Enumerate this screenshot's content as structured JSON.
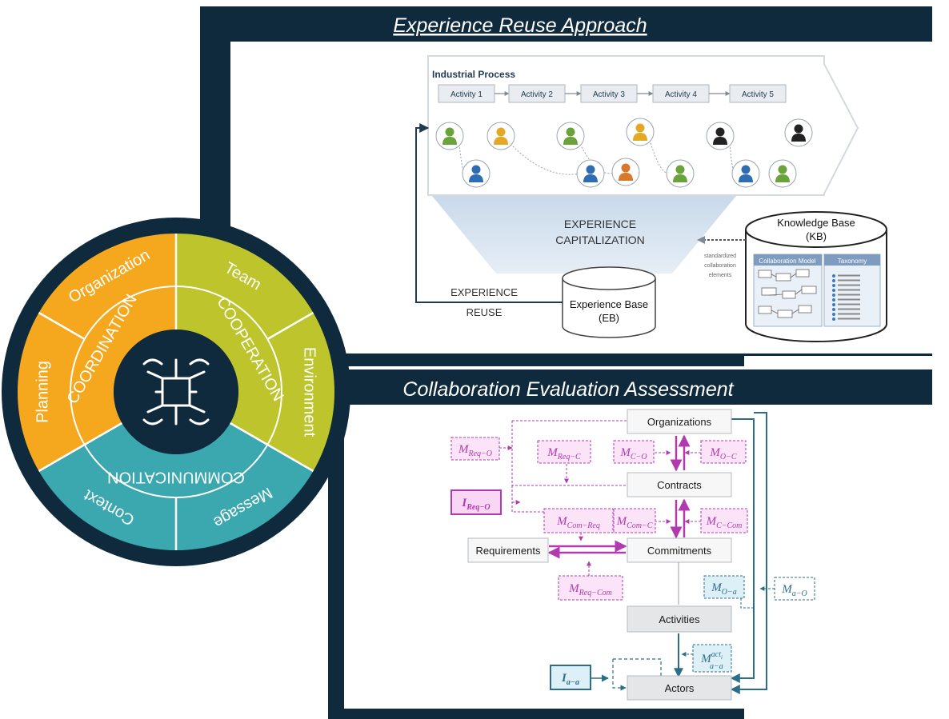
{
  "panels": {
    "top_title": "Experience Reuse Approach",
    "bottom_title": "Collaboration Evaluation Assessment"
  },
  "wheel": {
    "inner": [
      "COORDINATION",
      "COOPERATION",
      "COMMUNICATION"
    ],
    "outer": [
      "Organization",
      "Team",
      "Environment",
      "Message",
      "Context",
      "Planning"
    ],
    "center_icon": "linked-hands-icon",
    "colors": {
      "coordination": "#F5A81E",
      "cooperation": "#BEC42C",
      "communication": "#3AA8AE",
      "rim": "#0F2A3C"
    }
  },
  "process": {
    "title": "Industrial Process",
    "activities": [
      "Activity 1",
      "Activity 2",
      "Activity 3",
      "Activity 4",
      "Activity 5"
    ],
    "actor_colors": [
      "#6AA33B",
      "#E3A826",
      "#2E6DB4",
      "#D9772D",
      "#222222"
    ]
  },
  "capitalization": {
    "label_line1": "EXPERIENCE",
    "label_line2": "CAPITALIZATION",
    "reuse_line1": "EXPERIENCE",
    "reuse_line2": "REUSE",
    "eb_line1": "Experience Base",
    "eb_line2": "(EB)",
    "kb_line1": "Knowledge Base",
    "kb_line2": "(KB)",
    "kb_left_tab": "Collaboration Model",
    "kb_right_tab": "Taxonomy",
    "std_line1": "standardized",
    "std_line2": "collaboration",
    "std_line3": "elements"
  },
  "assessment": {
    "boxes": [
      "Organizations",
      "Contracts",
      "Requirements",
      "Commitments",
      "Activities",
      "Actors"
    ],
    "metrics": {
      "m_req_o": {
        "base": "M",
        "sub": "Req−O"
      },
      "m_req_c": {
        "base": "M",
        "sub": "Req−C"
      },
      "m_c_o": {
        "base": "M",
        "sub": "C−O"
      },
      "m_o_c": {
        "base": "M",
        "sub": "O−C"
      },
      "i_req_o": {
        "base": "I",
        "sub": "Req−O"
      },
      "m_com_req": {
        "base": "M",
        "sub": "Com−Req"
      },
      "m_com_c": {
        "base": "M",
        "sub": "Com−C"
      },
      "m_c_com": {
        "base": "M",
        "sub": "C−Com"
      },
      "m_req_com": {
        "base": "M",
        "sub": "Req−Com"
      },
      "m_o_a": {
        "base": "M",
        "sub": "O−a"
      },
      "m_a_o": {
        "base": "M",
        "sub": "a−O"
      },
      "m_a_a": {
        "base": "M",
        "sup": "act",
        "supsub": "i",
        "sub": "a−a"
      },
      "i_a_a": {
        "base": "I",
        "sub": "a−a"
      }
    },
    "colors": {
      "magenta": "#B23AB0",
      "teal": "#2C6E86"
    }
  }
}
